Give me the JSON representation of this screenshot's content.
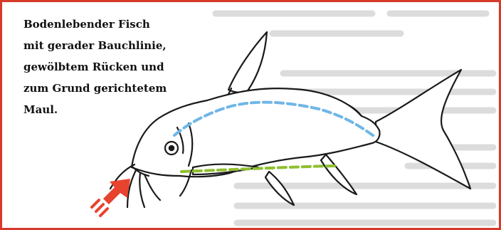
{
  "caption": {
    "lines": [
      "Bodenlebender Fisch",
      "mit gerader Bauchlinie,",
      "gewölbtem Rücken und",
      "zum Grund gerichtetem",
      "Maul."
    ]
  },
  "colors": {
    "frame": "#d63a2a",
    "back_line": "#6fb6e6",
    "belly_line": "#8fbf2f",
    "arrow": "#e8432e",
    "background_text": "#d8d8d8"
  },
  "icons": {
    "fish": "catfish-illustration",
    "arrow": "mouth-pointer-arrow"
  }
}
